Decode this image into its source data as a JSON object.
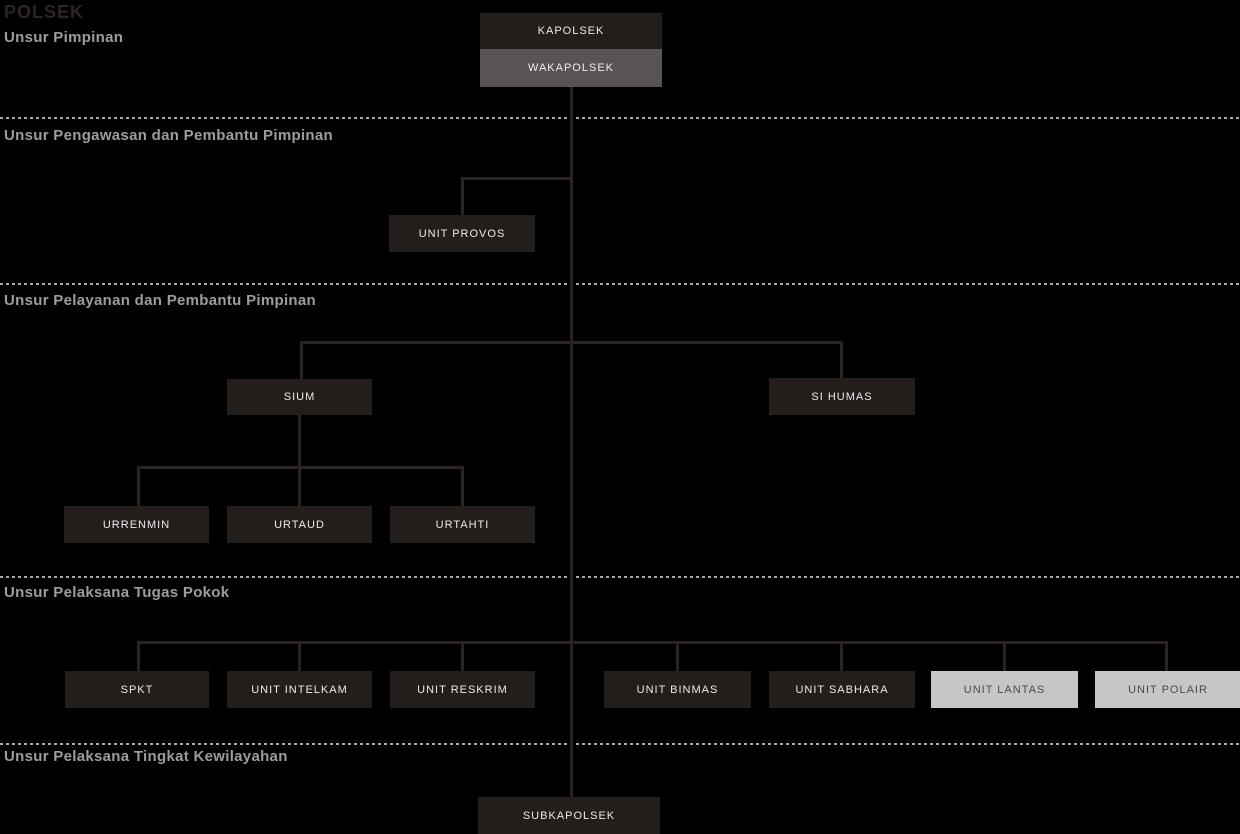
{
  "title": "POLSEK",
  "colors": {
    "background": "#000000",
    "node_dark": "#231d1b",
    "node_mid_gray": "#595454",
    "node_light_gray": "#c6c6c6",
    "node_dark_text": "#edeaea",
    "node_light_text": "#4b4b4b",
    "connector_line": "#2b2321",
    "divider_dash": "#a9a9a9",
    "heading_text": "#9d9d9d",
    "title_text": "#2e2523"
  },
  "sections": [
    {
      "label": "Unsur Pimpinan"
    },
    {
      "label": "Unsur Pengawasan dan Pembantu Pimpinan"
    },
    {
      "label": "Unsur Pelayanan dan Pembantu Pimpinan"
    },
    {
      "label": "Unsur Pelaksana Tugas Pokok"
    },
    {
      "label": "Unsur Pelaksana Tingkat Kewilayahan"
    }
  ],
  "nodes": {
    "kapolsek": "KAPOLSEK",
    "wakapolsek": "WAKAPOLSEK",
    "unit_provos": "UNIT PROVOS",
    "sium": "SIUM",
    "si_humas": "SI HUMAS",
    "urrenmin": "URRENMIN",
    "urtaud": "URTAUD",
    "urtahti": "URTAHTI",
    "spkt": "SPKT",
    "unit_intelkam": "UNIT INTELKAM",
    "unit_reskrim": "UNIT RESKRIM",
    "unit_binmas": "UNIT BINMAS",
    "unit_sabhara": "UNIT SABHARA",
    "unit_lantas": "UNIT LANTAS",
    "unit_polair": "UNIT POLAIR",
    "subkapolsek": "SUBKAPOLSEK"
  },
  "hierarchy": {
    "KAPOLSEK": [
      "WAKAPOLSEK"
    ],
    "WAKAPOLSEK": [
      "UNIT PROVOS",
      "SIUM",
      "SI HUMAS",
      "SPKT",
      "UNIT INTELKAM",
      "UNIT RESKRIM",
      "UNIT BINMAS",
      "UNIT SABHARA",
      "UNIT LANTAS",
      "UNIT POLAIR",
      "SUBKAPOLSEK"
    ],
    "SIUM": [
      "URRENMIN",
      "URTAUD",
      "URTAHTI"
    ]
  }
}
